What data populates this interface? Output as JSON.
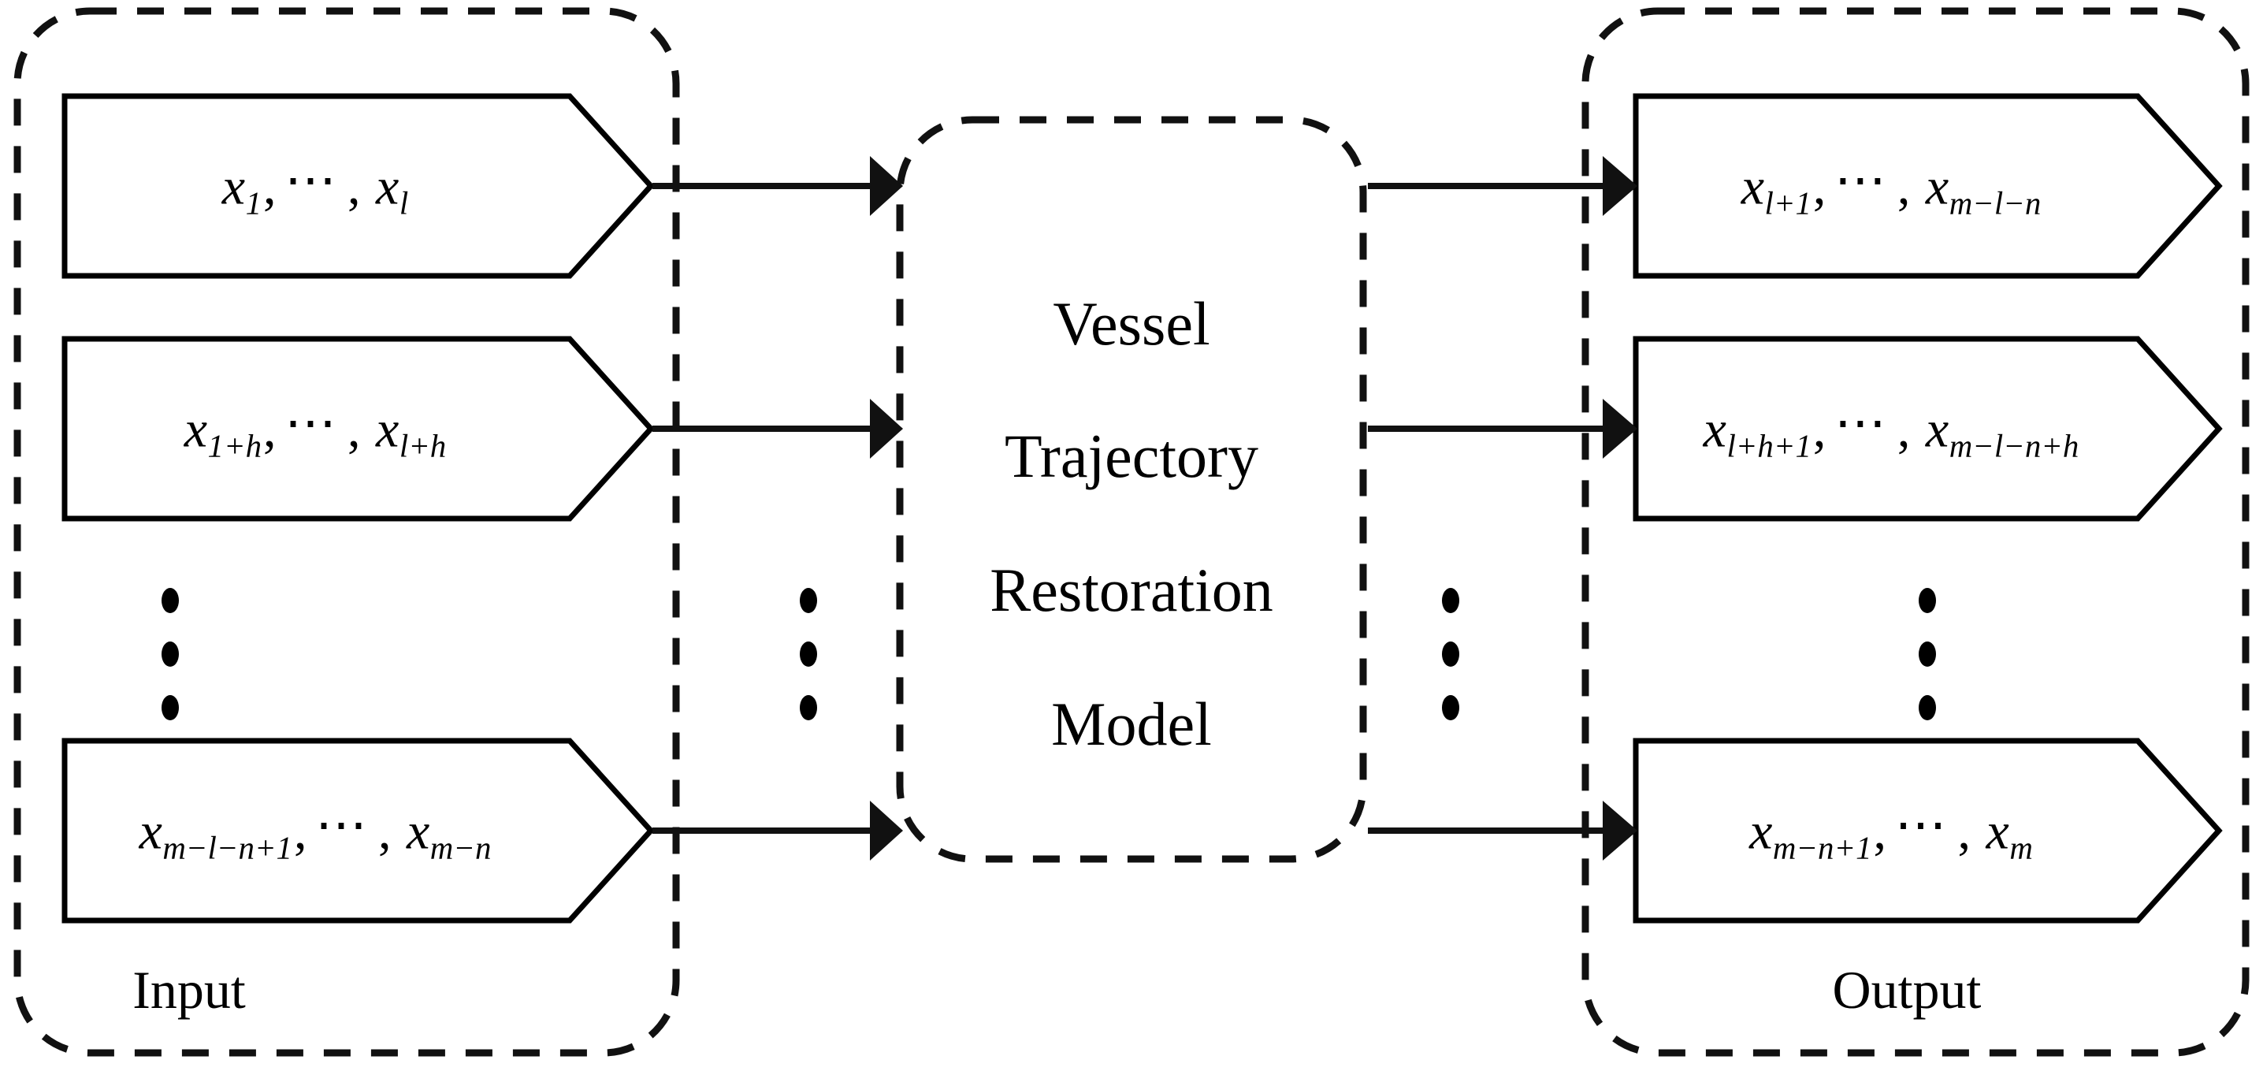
{
  "diagram": {
    "title": "Vessel Trajectory Restoration Model pipeline",
    "colors": {
      "stroke": "#111111",
      "box_stroke": "#000000",
      "background": "#ffffff"
    },
    "input_group": {
      "label": "Input",
      "boxes": [
        {
          "id": "input-box-1",
          "text": "x1, ⋯, xl",
          "first_var": "x",
          "first_sub": "1",
          "ellipsis": "⋯",
          "last_var": "x",
          "last_sub": "l"
        },
        {
          "id": "input-box-2",
          "text": "x1+h, ⋯, xl+h",
          "first_var": "x",
          "first_sub": "1+h",
          "ellipsis": "⋯",
          "last_var": "x",
          "last_sub": "l+h"
        },
        {
          "id": "input-box-3",
          "text": "xm−l−n+1, ⋯, xm−n",
          "first_var": "x",
          "first_sub": "m−l−n+1",
          "ellipsis": "⋯",
          "last_var": "x",
          "last_sub": "m−n"
        }
      ],
      "vertical_ellipsis": "⋮"
    },
    "model": {
      "lines": [
        "Vessel",
        "Trajectory",
        "Restoration",
        "Model"
      ],
      "line1": "Vessel",
      "line2": "Trajectory",
      "line3": "Restoration",
      "line4": "Model"
    },
    "output_group": {
      "label": "Output",
      "boxes": [
        {
          "id": "output-box-1",
          "text": "xl+1, ⋯, xm−l−n",
          "first_var": "x",
          "first_sub": "l+1",
          "ellipsis": "⋯",
          "last_var": "x",
          "last_sub": "m−l−n"
        },
        {
          "id": "output-box-2",
          "text": "xl+h+1, ⋯, xm−l−n+h",
          "first_var": "x",
          "first_sub": "l+h+1",
          "ellipsis": "⋯",
          "last_var": "x",
          "last_sub": "m−l−n+h"
        },
        {
          "id": "output-box-3",
          "text": "xm−n+1, ⋯, xm",
          "first_var": "x",
          "first_sub": "m−n+1",
          "ellipsis": "⋯",
          "last_var": "x",
          "last_sub": "m"
        }
      ],
      "vertical_ellipsis": "⋮"
    },
    "arrows": [
      {
        "id": "arrow-in-1",
        "from": "input-box-1",
        "to": "model"
      },
      {
        "id": "arrow-in-2",
        "from": "input-box-2",
        "to": "model"
      },
      {
        "id": "arrow-in-3",
        "from": "input-box-3",
        "to": "model"
      },
      {
        "id": "arrow-out-1",
        "from": "model",
        "to": "output-box-1"
      },
      {
        "id": "arrow-out-2",
        "from": "model",
        "to": "output-box-2"
      },
      {
        "id": "arrow-out-3",
        "from": "model",
        "to": "output-box-3"
      }
    ]
  }
}
